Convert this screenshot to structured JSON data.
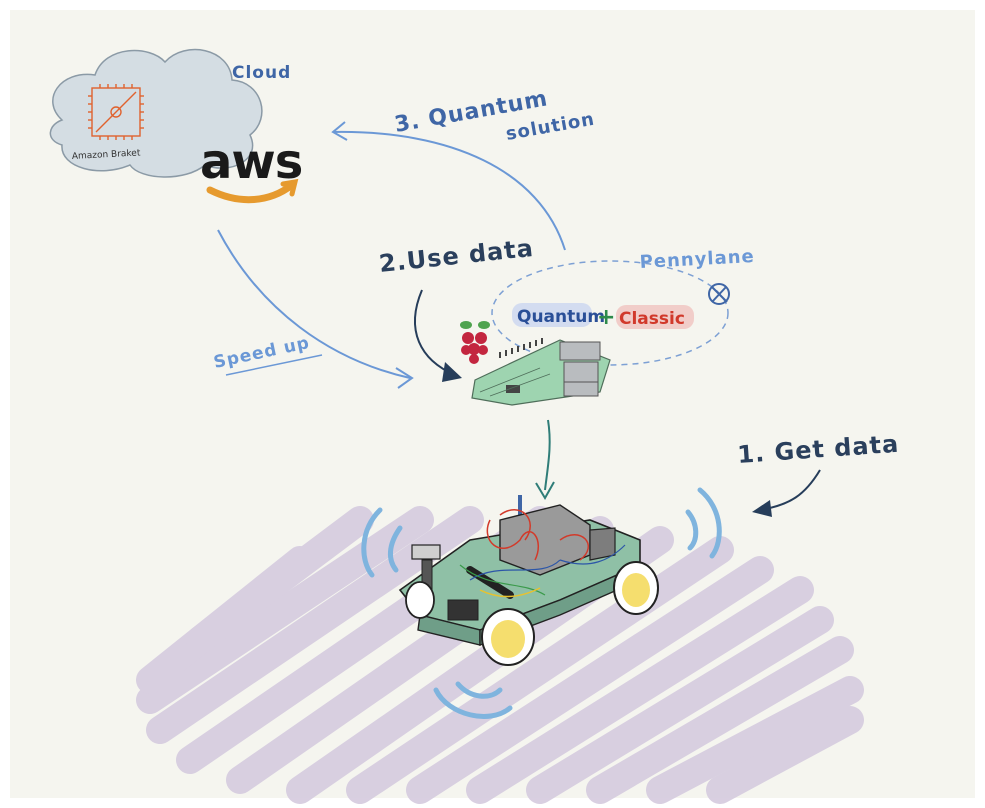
{
  "cloud": {
    "label": "Cloud",
    "provider_label": "aws",
    "service_label": "Amazon Braket"
  },
  "steps": {
    "step1": "1. Get data",
    "step2": "2.Use data",
    "step3_line1": "3. Quantum",
    "step3_line2": "solution"
  },
  "arrows": {
    "speed_up_label": "Speed up"
  },
  "device": {
    "framework_label": "Pennylane",
    "quantum_label": "Quantum",
    "plus_label": "+",
    "classic_label": "Classic"
  },
  "colors": {
    "background": "#f5f5ef",
    "cloud_fill": "#d4dde3",
    "blue_ink": "#3f66a6",
    "dark_ink": "#263d5a",
    "aws_orange": "#e69a2e",
    "teal_arrow": "#2f7d78",
    "board_green": "#9ed4b0",
    "purple_ground": "#d7cde0",
    "classic_red": "#d1392b",
    "quantum_blue": "#2a4f97",
    "plus_green": "#2d8a4a"
  },
  "icons": [
    "chip-icon",
    "raspberry-pi-icon",
    "pennylane-logo",
    "car-icon"
  ]
}
